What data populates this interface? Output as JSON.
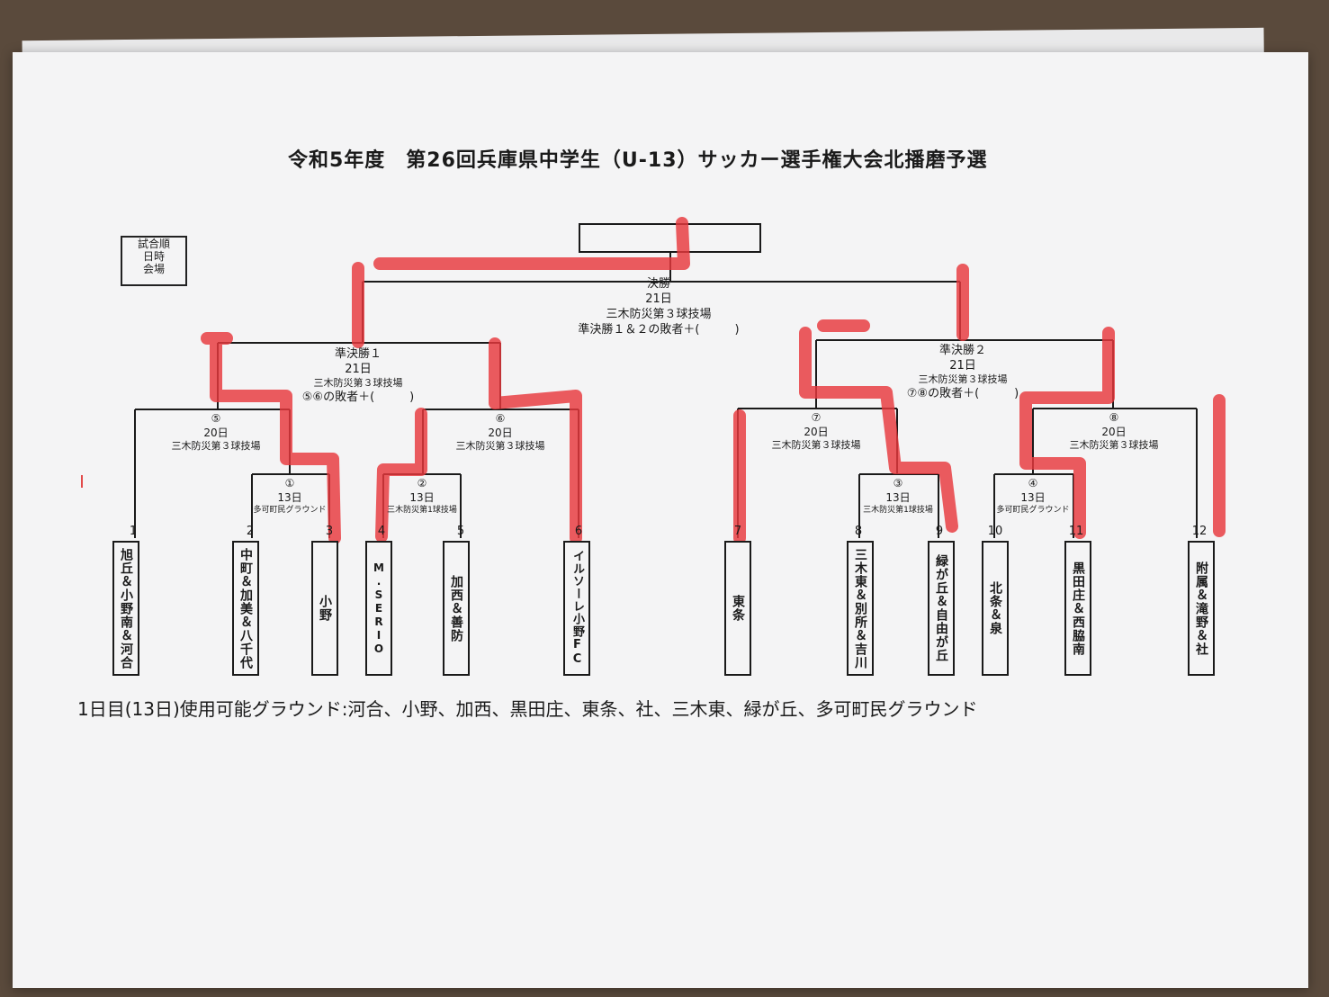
{
  "document": {
    "title": "令和5年度　第26回兵庫県中学生（U-13）サッカー選手権大会北播磨予選",
    "legend": [
      "試合順",
      "日時",
      "会場"
    ],
    "final": {
      "label": "決勝",
      "date": "21日",
      "venue": "三木防災第３球技場",
      "note": "準決勝１＆２の敗者＋(　　　)"
    },
    "semifinal_1": {
      "label": "準決勝１",
      "date": "21日",
      "venue": "三木防災第３球技場",
      "note": "⑤⑥の敗者＋(　　　)"
    },
    "semifinal_2": {
      "label": "準決勝２",
      "date": "21日",
      "venue": "三木防災第３球技場",
      "note": "⑦⑧の敗者＋(　　　)"
    },
    "match_5": {
      "no": "⑤",
      "date": "20日",
      "venue": "三木防災第３球技場"
    },
    "match_6": {
      "no": "⑥",
      "date": "20日",
      "venue": "三木防災第３球技場"
    },
    "match_7": {
      "no": "⑦",
      "date": "20日",
      "venue": "三木防災第３球技場"
    },
    "match_8": {
      "no": "⑧",
      "date": "20日",
      "venue": "三木防災第３球技場"
    },
    "match_1": {
      "no": "①",
      "date": "13日",
      "venue": "多可町民グラウンド"
    },
    "match_2": {
      "no": "②",
      "date": "13日",
      "venue": "三木防災第1球技場"
    },
    "match_3": {
      "no": "③",
      "date": "13日",
      "venue": "三木防災第1球技場"
    },
    "match_4": {
      "no": "④",
      "date": "13日",
      "venue": "多可町民グラウンド"
    },
    "teams": [
      {
        "seed": "1",
        "name": "旭丘＆小野南＆河合"
      },
      {
        "seed": "2",
        "name": "中町＆加美＆八千代"
      },
      {
        "seed": "3",
        "name": "小野"
      },
      {
        "seed": "4",
        "name": "M.SERIO"
      },
      {
        "seed": "5",
        "name": "加西＆善防"
      },
      {
        "seed": "6",
        "name": "イルソーレ小野FC"
      },
      {
        "seed": "7",
        "name": "東条"
      },
      {
        "seed": "8",
        "name": "三木東＆別所＆吉川"
      },
      {
        "seed": "9",
        "name": "緑が丘＆自由が丘"
      },
      {
        "seed": "10",
        "name": "北条＆泉"
      },
      {
        "seed": "11",
        "name": "黒田庄＆西脇南"
      },
      {
        "seed": "12",
        "name": "附属＆滝野＆社"
      }
    ],
    "footnote": "1日目(13日)使用可能グラウンド:河合、小野、加西、黒田庄、東条、社、三木東、緑が丘、多可町民グラウンド"
  },
  "colors": {
    "background": "#5a4a3c",
    "paper": "#f4f4f5",
    "ink": "#1a1a1a",
    "highlight": "#e8383d"
  }
}
